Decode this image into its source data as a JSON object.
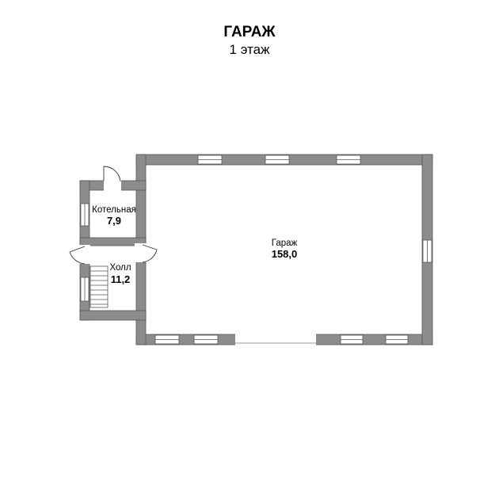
{
  "header": {
    "title": "ГАРАЖ",
    "subtitle": "1 этаж"
  },
  "rooms": [
    {
      "id": "boiler",
      "name": "Котельная",
      "area": "7,9"
    },
    {
      "id": "hall",
      "name": "Холл",
      "area": "11,2"
    },
    {
      "id": "garage",
      "name": "Гараж",
      "area": "158,0"
    }
  ],
  "colors": {
    "wall": "#8c8c8c",
    "outline": "#555555",
    "window": "#ffffff"
  }
}
